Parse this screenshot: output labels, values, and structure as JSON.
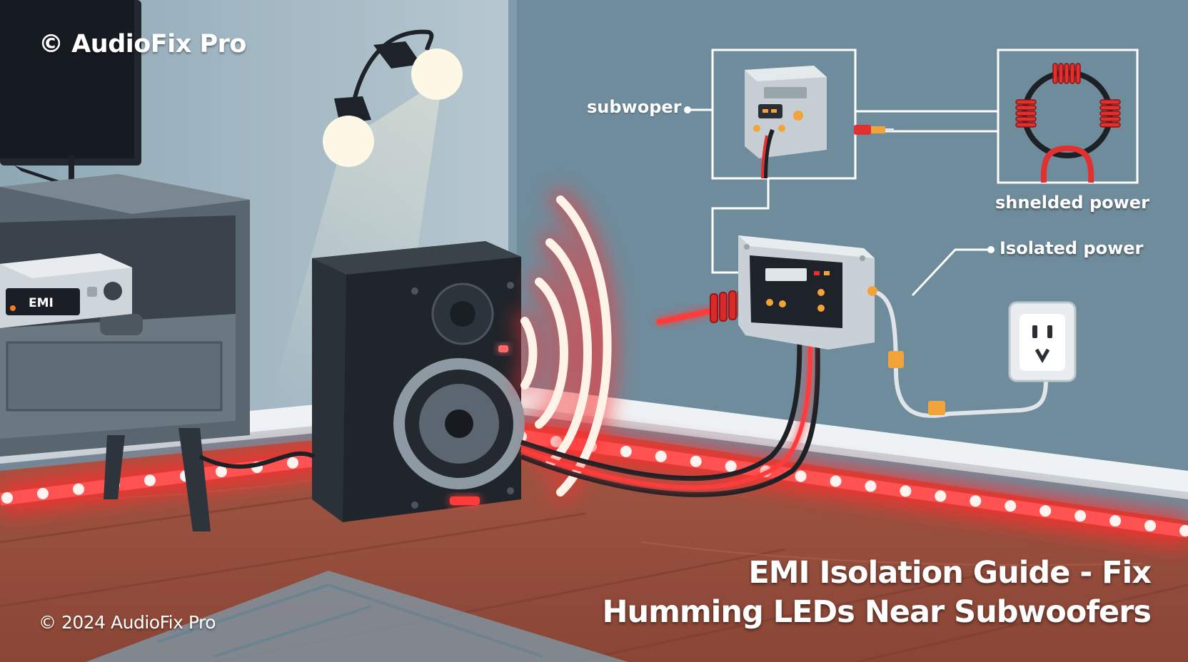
{
  "brand": {
    "watermark": "© AudioFix Pro"
  },
  "labels": {
    "subwoofer": "subwoper",
    "shielded_power": "shnelded power",
    "isolated_power": "Isolated power",
    "device_display": "EMI"
  },
  "title": {
    "line1": "EMI Isolation Guide - Fix",
    "line2": "Humming LEDs Near Subwoofers"
  },
  "footer": {
    "copyright": "© 2024 AudioFix Pro"
  },
  "colors": {
    "wall": "#6f8c9c",
    "floor": "#9a4f3c",
    "led_glow": "#ff3a3a",
    "speaker": "#2a2f36",
    "accent_orange": "#f2a43a"
  }
}
